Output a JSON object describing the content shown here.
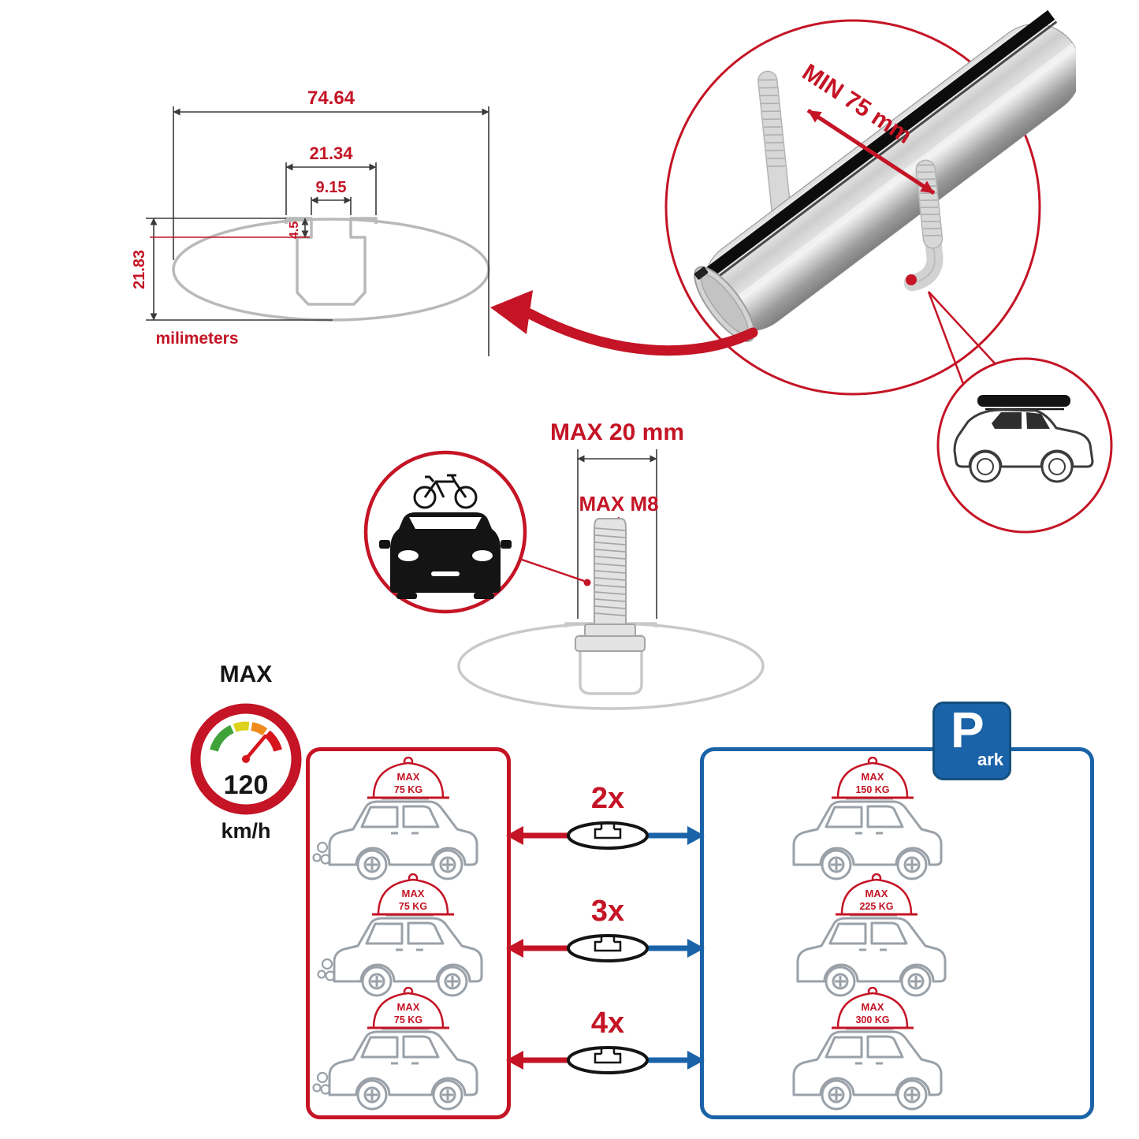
{
  "colors": {
    "accent_red": "#c41425",
    "accent_blue": "#1b63a8",
    "line_gray": "#9aa1a8"
  },
  "cross_section": {
    "width_total": "74.64",
    "width_channel": "21.34",
    "width_slot": "9.15",
    "depth_slot": "4.5",
    "height": "21.83",
    "unit_label": "milimeters"
  },
  "bar_detail": {
    "min_clamp_label": "MIN 75 mm"
  },
  "bolt_detail": {
    "max_width_label": "MAX 20 mm",
    "max_thread_label": "MAX M8"
  },
  "speed_limit": {
    "title": "MAX",
    "value": "120",
    "unit": "km/h"
  },
  "driving_panel": {
    "cars": [
      {
        "load_title": "MAX",
        "load_value": "75 KG"
      },
      {
        "load_title": "MAX",
        "load_value": "75 KG"
      },
      {
        "load_title": "MAX",
        "load_value": "75 KG"
      }
    ]
  },
  "bar_counts": [
    {
      "label": "2x"
    },
    {
      "label": "3x"
    },
    {
      "label": "4x"
    }
  ],
  "parked_panel": {
    "sign_letter": "P",
    "sign_suffix": "ark",
    "cars": [
      {
        "load_title": "MAX",
        "load_value": "150 KG"
      },
      {
        "load_title": "MAX",
        "load_value": "225 KG"
      },
      {
        "load_title": "MAX",
        "load_value": "300 KG"
      }
    ]
  }
}
